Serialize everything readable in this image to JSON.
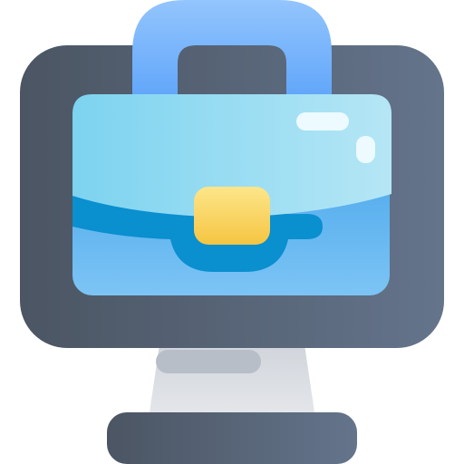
{
  "icon": {
    "name": "computer-briefcase-icon",
    "parts": [
      "monitor",
      "screen",
      "briefcase",
      "briefcase-handle",
      "briefcase-clasp",
      "monitor-stand",
      "monitor-base"
    ]
  },
  "colors": {
    "monitor_dark": "#4b5563",
    "monitor_light": "#64748b",
    "briefcase_light": "#7dd3fc",
    "briefcase_mid": "#38bdf8",
    "briefcase_dark": "#0ea5e9",
    "clasp": "#fcd34d",
    "stand": "#d1d5db"
  }
}
